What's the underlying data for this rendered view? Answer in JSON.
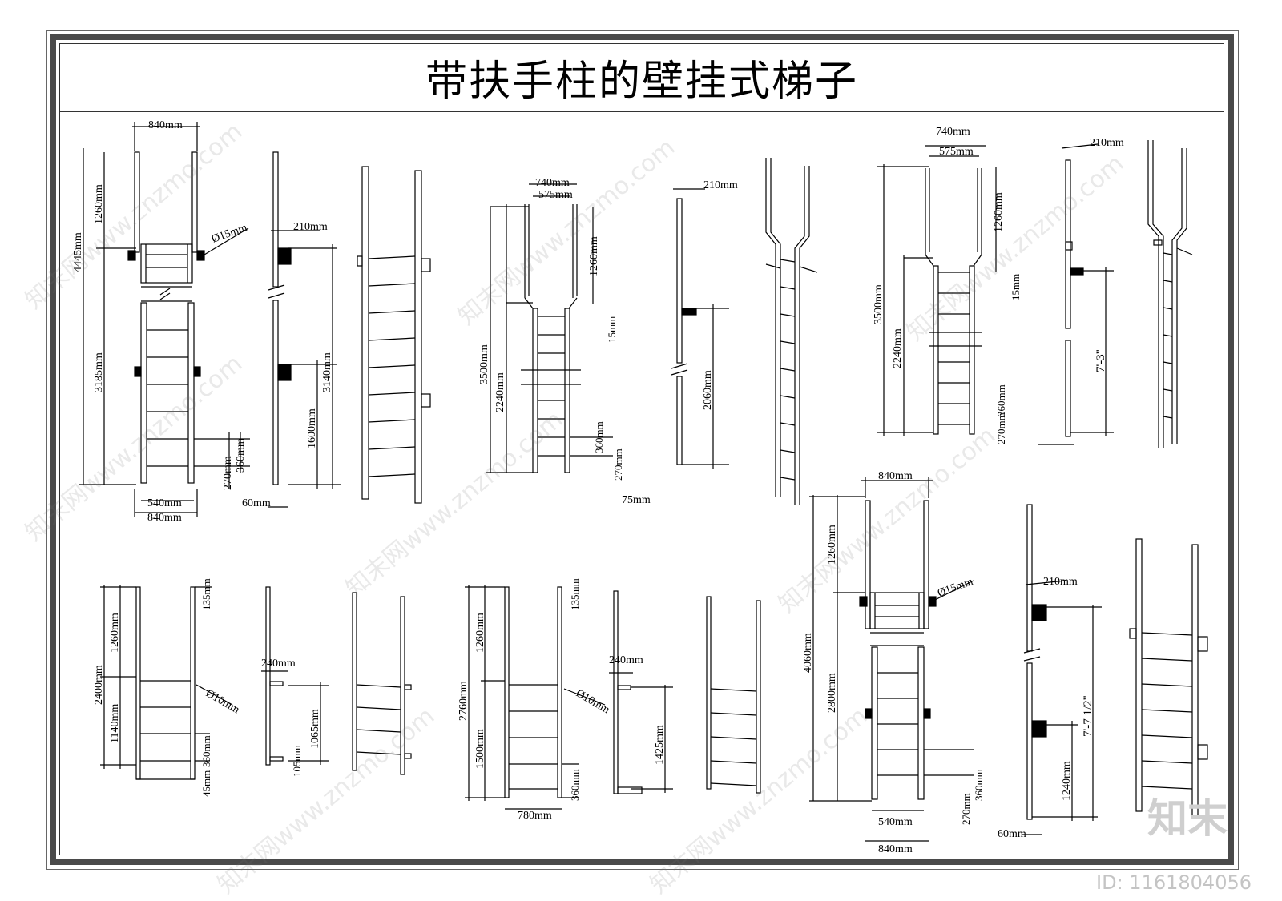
{
  "title": "带扶手柱的壁挂式梯子",
  "watermark_text": "知末网www.znzmo.com",
  "brand_mark": "知末",
  "image_id": "ID: 1161804056",
  "dims": {
    "d1_top": "840mm",
    "d1_bar": "Ø15mm",
    "d1_total": "4445mm",
    "d1_upper": "1260mm",
    "d1_lower": "3185mm",
    "d1_b1": "540mm",
    "d1_b2": "840mm",
    "d1_s1": "360mm",
    "d1_s2": "270mm",
    "d2_w": "210mm",
    "d2_h1": "3140mm",
    "d2_h2": "1600mm",
    "d2_b": "60mm",
    "d3_w1": "740mm",
    "d3_w2": "575mm",
    "d3_tot": "3500mm",
    "d3_low": "2240mm",
    "d3_up": "1260mm",
    "d3_a": "15mm",
    "d3_s1": "360mm",
    "d3_s2": "270mm",
    "d3_b": "75mm",
    "d4_w": "210mm",
    "d4_h": "2060mm",
    "d5_w1": "740mm",
    "d5_w2": "575mm",
    "d5_tot": "3500mm",
    "d5_low": "2240mm",
    "d5_up": "1260mm",
    "d5_a": "15mm",
    "d5_s1": "360mm",
    "d5_s2": "270mm",
    "d6_w": "210mm",
    "d6_h": "7'-3\"",
    "d7_tot": "2400mm",
    "d7_up": "1260mm",
    "d7_low": "1140mm",
    "d7_a": "135mm",
    "d7_bar": "Ø10mm",
    "d7_s": "360mm",
    "d7_b": "45mm",
    "d8_w": "240mm",
    "d8_h": "1065mm",
    "d8_b": "105mm",
    "d9_tot": "2760mm",
    "d9_up": "1260mm",
    "d9_low": "1500mm",
    "d9_a": "135mm",
    "d9_bar": "Ø10mm",
    "d9_s": "360mm",
    "d9_b": "780mm",
    "d10_w": "240mm",
    "d10_h": "1425mm",
    "d11_top": "840mm",
    "d11_bar": "Ø15mm",
    "d11_tot": "4060mm",
    "d11_up": "1260mm",
    "d11_low": "2800mm",
    "d11_b1": "540mm",
    "d11_b2": "840mm",
    "d11_s1": "360mm",
    "d11_s2": "270mm",
    "d12_w": "210mm",
    "d12_h1": "7'-7 1/2\"",
    "d12_h2": "1240mm",
    "d12_b": "60mm"
  }
}
